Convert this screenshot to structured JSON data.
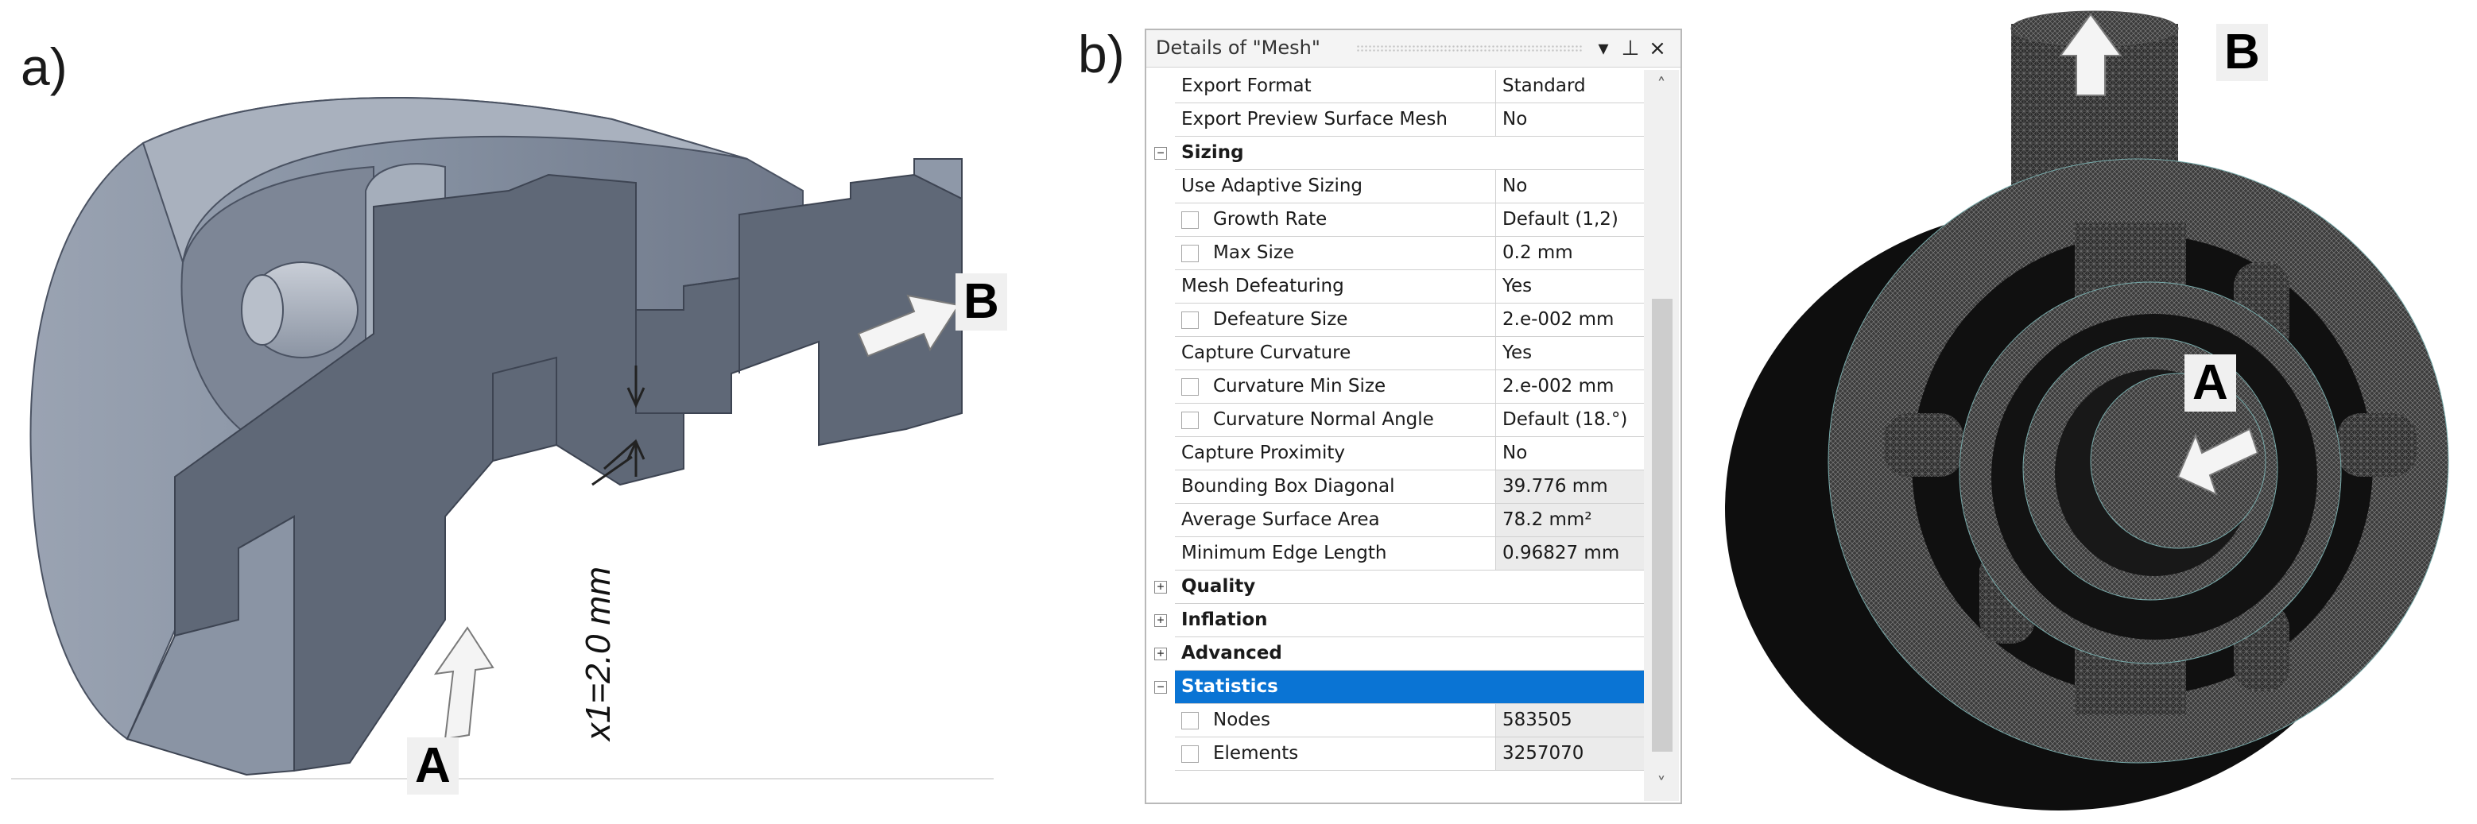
{
  "labels": {
    "panel_a": "a)",
    "panel_b": "b)",
    "callout_a_left": "A",
    "callout_b_left": "B",
    "callout_a_right": "A",
    "callout_b_right": "B",
    "dimension": "x1=2.0 mm"
  },
  "details": {
    "title": "Details of \"Mesh\"",
    "buttons": {
      "dropdown": "▾",
      "pin": "⊥",
      "close": "×"
    },
    "rows": [
      {
        "kind": "prop",
        "name": "Export Format",
        "value": "Standard"
      },
      {
        "kind": "prop",
        "name": "Export Preview Surface Mesh",
        "value": "No"
      },
      {
        "kind": "group",
        "name": "Sizing",
        "expander": "−"
      },
      {
        "kind": "prop",
        "name": "Use Adaptive Sizing",
        "value": "No"
      },
      {
        "kind": "sub",
        "name": "Growth Rate",
        "value": "Default (1,2)"
      },
      {
        "kind": "sub",
        "name": "Max Size",
        "value": "0.2 mm"
      },
      {
        "kind": "prop",
        "name": "Mesh Defeaturing",
        "value": "Yes"
      },
      {
        "kind": "sub",
        "name": "Defeature Size",
        "value": "2.e-002 mm"
      },
      {
        "kind": "prop",
        "name": "Capture Curvature",
        "value": "Yes"
      },
      {
        "kind": "sub",
        "name": "Curvature Min Size",
        "value": "2.e-002 mm"
      },
      {
        "kind": "sub",
        "name": "Curvature Normal Angle",
        "value": "Default (18.°)"
      },
      {
        "kind": "prop",
        "name": "Capture Proximity",
        "value": "No"
      },
      {
        "kind": "grey",
        "name": "Bounding Box Diagonal",
        "value": "39.776 mm"
      },
      {
        "kind": "grey",
        "name": "Average Surface Area",
        "value": "78.2 mm²"
      },
      {
        "kind": "grey",
        "name": "Minimum Edge Length",
        "value": "0.96827 mm"
      },
      {
        "kind": "group",
        "name": "Quality",
        "expander": "+"
      },
      {
        "kind": "group",
        "name": "Inflation",
        "expander": "+"
      },
      {
        "kind": "group",
        "name": "Advanced",
        "expander": "+"
      },
      {
        "kind": "selected",
        "name": "Statistics",
        "expander": "−"
      },
      {
        "kind": "subgrey",
        "name": "Nodes",
        "value": "583505"
      },
      {
        "kind": "subgrey",
        "name": "Elements",
        "value": "3257070"
      }
    ],
    "scroll": {
      "up": "˄",
      "down": "˅"
    }
  },
  "colors": {
    "part_face": "#5c6472",
    "part_light": "#8e98a8",
    "part_mid": "#727b8a",
    "mesh_dark": "#1c1c1c",
    "mesh_mid": "#3a3a3a",
    "selection": "#0a74d4"
  }
}
